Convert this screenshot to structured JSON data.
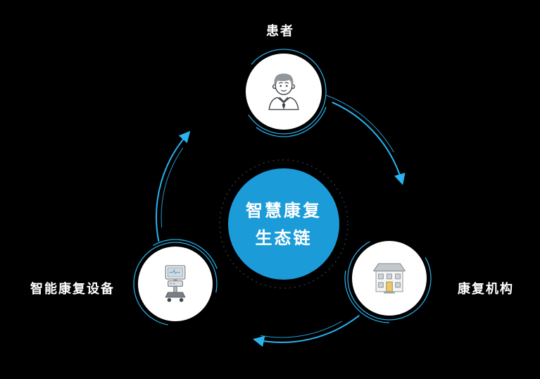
{
  "center": {
    "line1": "智慧康复",
    "line2": "生态链"
  },
  "nodes": {
    "patient": {
      "label": "患者",
      "icon": "patient-icon"
    },
    "institution": {
      "label": "康复机构",
      "icon": "clinic-building-icon"
    },
    "equipment": {
      "label": "智能康复设备",
      "icon": "rehab-device-icon"
    }
  },
  "flow": {
    "direction": "clockwise",
    "sequence": [
      "患者",
      "康复机构",
      "智能康复设备"
    ]
  },
  "colors": {
    "background": "#000000",
    "accent": "#2bb3ef",
    "hub_fill": "#1b9cd8",
    "node_fill": "#ffffff",
    "label_text": "#ffffff"
  }
}
